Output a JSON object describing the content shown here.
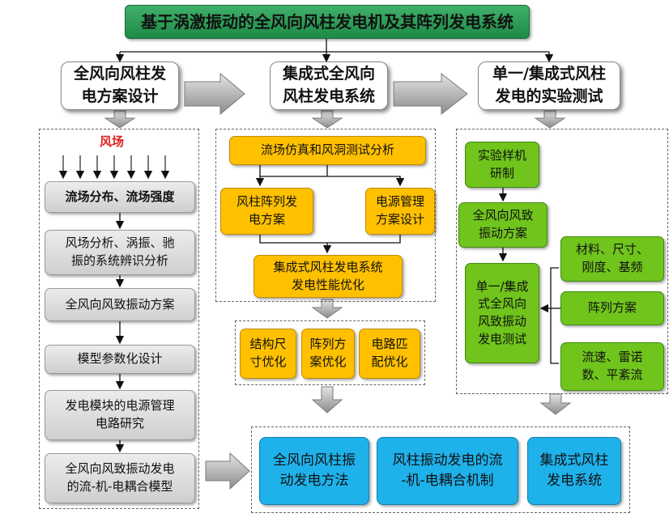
{
  "title": "基于涡激振动的全风向风柱发电机及其阵列发电系统",
  "headers": {
    "left": "全风向风柱发\n电方案设计",
    "mid": "集成式全风向\n风柱发电系统",
    "right": "单一/集成式风柱\n发电的实验测试"
  },
  "left": {
    "wind_label": "风场",
    "b1": "流场分布、流场强度",
    "b2": "风场分析、涡振、驰\n振的系统辨识分析",
    "b3": "全风向风致振动方案",
    "b4": "模型参数化设计",
    "b5": "发电模块的电源管理\n电路研究",
    "b6": "全风向风致振动发电\n的流-机-电耦合模型"
  },
  "mid": {
    "m1": "流场仿真和风洞测试分析",
    "m2": "风柱阵列发\n电方案",
    "m3": "电源管理\n方案设计",
    "m4": "集成式风柱发电系统\n发电性能优化",
    "o1": "结构尺\n寸优化",
    "o2": "阵列方\n案优化",
    "o3": "电路匹\n配优化"
  },
  "right": {
    "r1": "实验样机\n研制",
    "r2": "全风向风致\n振动方案",
    "r3": "单一/集成\n式全风向\n风致振动\n发电测试",
    "r4": "材料、尺寸、\n刚度、基频",
    "r5": "阵列方案",
    "r6": "流速、雷诺\n数、平紊流"
  },
  "outputs": {
    "out1": "全风向风柱振\n动发电方法",
    "out2": "风柱振动发电的流\n-机-电耦合机制",
    "out3": "集成式风柱\n发电系统"
  },
  "colors": {
    "title_green": "#2e9e57",
    "orange": "#ffc000",
    "green": "#70c41c",
    "blue": "#1fb1ea",
    "gray": "#d9d9d9",
    "wind_red": "#e02020"
  }
}
